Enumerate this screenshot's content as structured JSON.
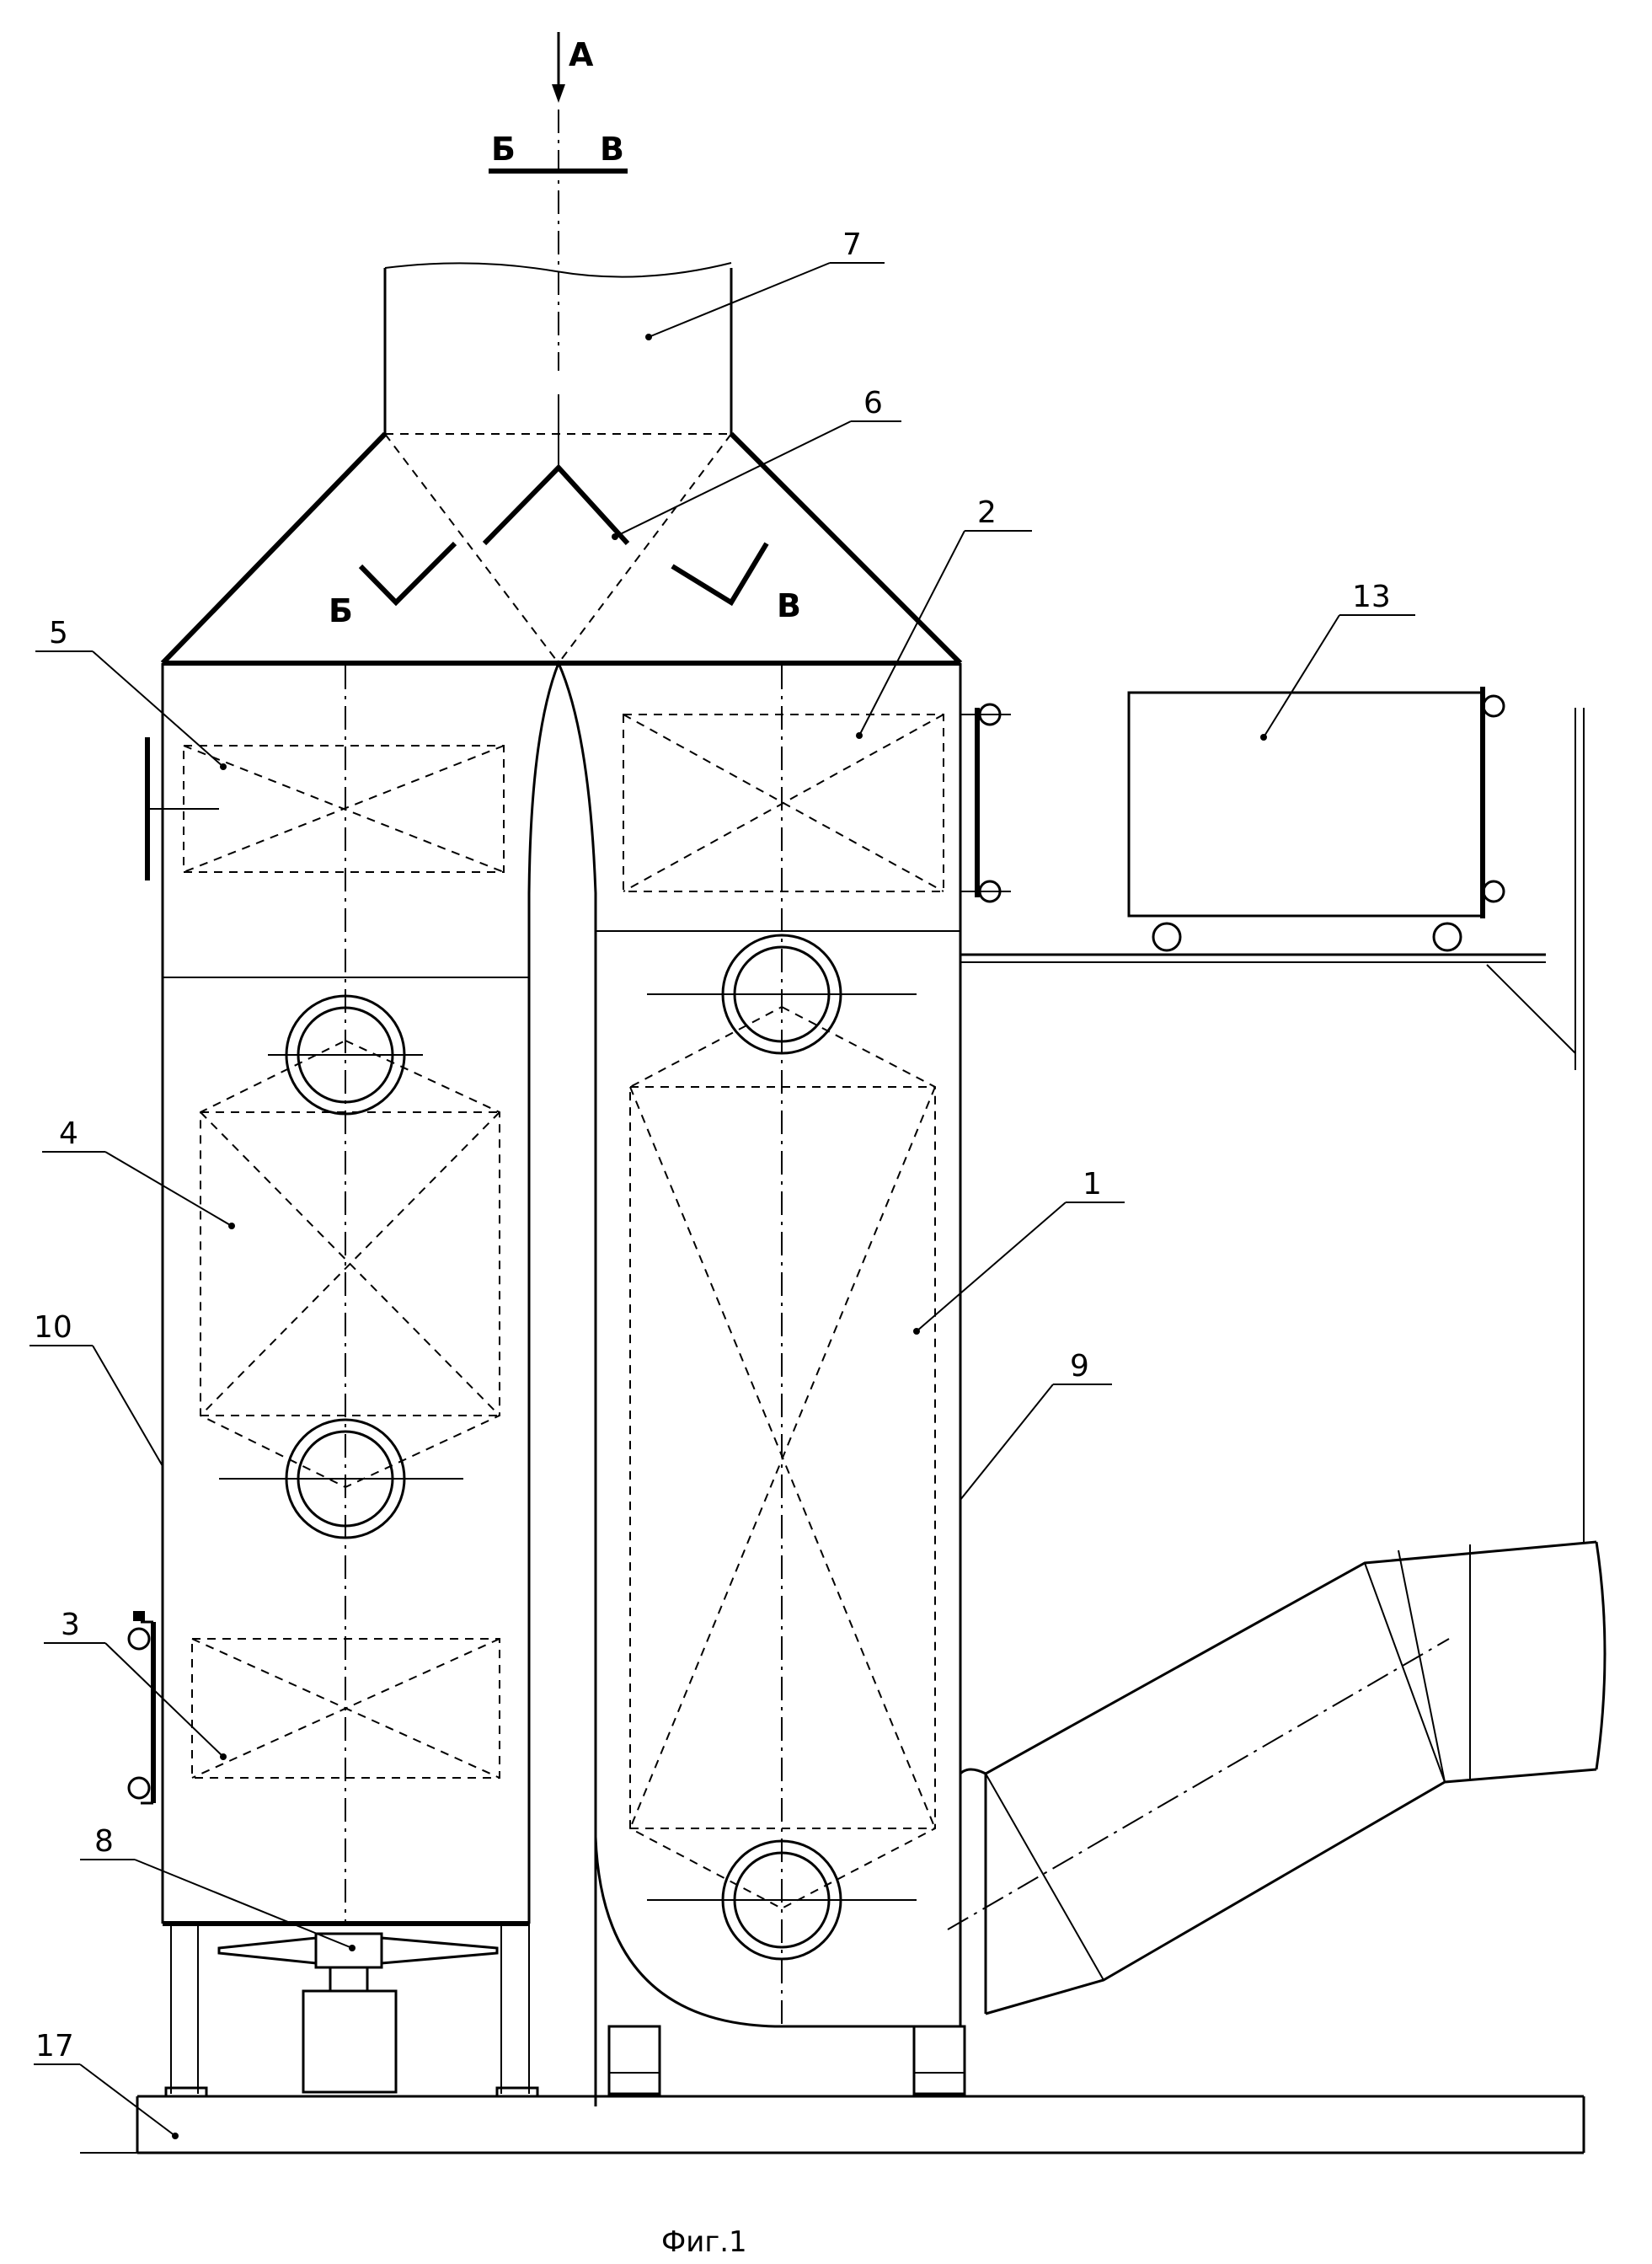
{
  "figure": {
    "caption": "Фиг.1",
    "view_arrow_label": "А",
    "section_labels": {
      "top_left": "Б",
      "top_right": "В",
      "middle_left": "Б",
      "middle_right": "В"
    },
    "callouts": [
      "1",
      "2",
      "3",
      "4",
      "5",
      "6",
      "7",
      "8",
      "9",
      "10",
      "13",
      "17"
    ]
  }
}
